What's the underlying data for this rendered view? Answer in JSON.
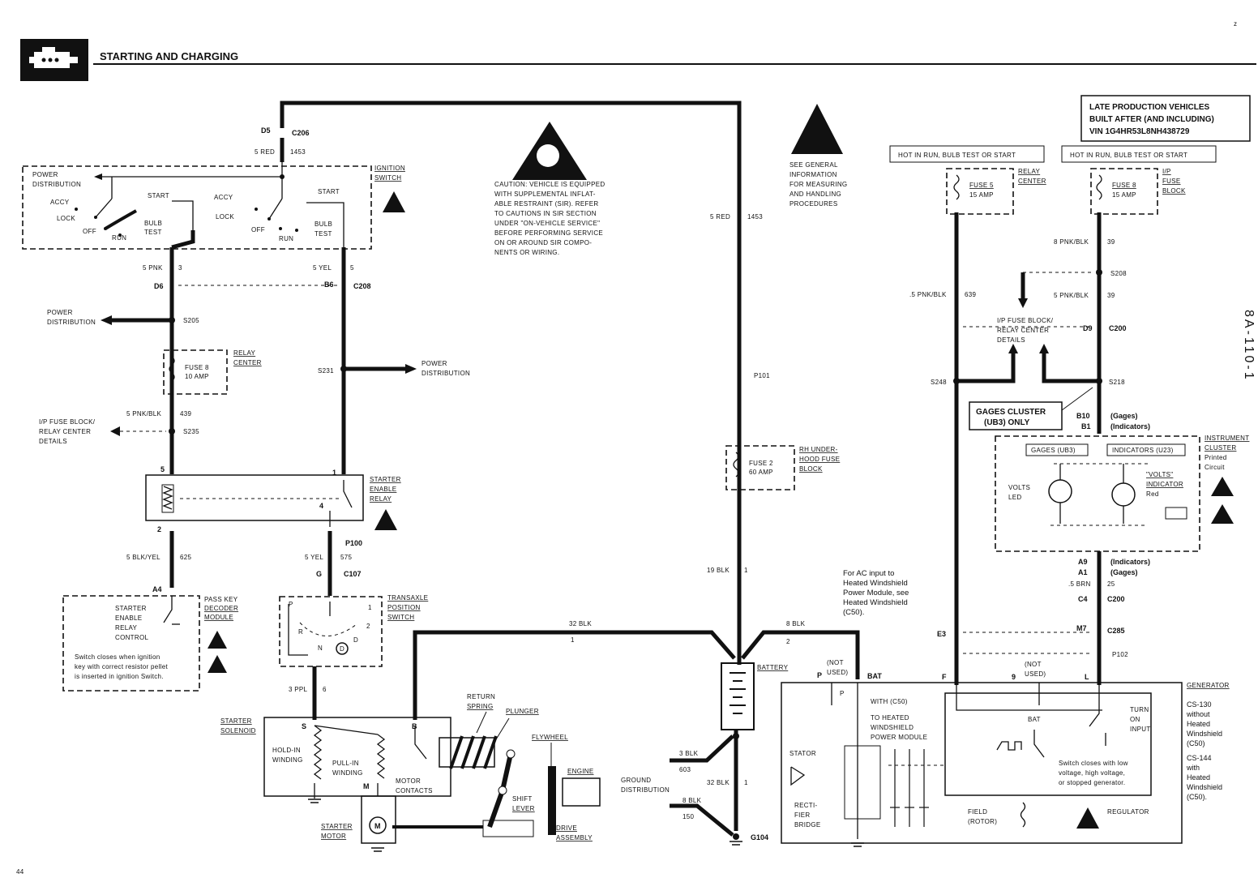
{
  "header": {
    "title": "STARTING AND CHARGING",
    "page_number": "44",
    "side_code": "8A-110-1",
    "corner_mark": "z"
  },
  "icons": [
    "engine-icon",
    "esd-warning-icon",
    "sir-warning-icon"
  ],
  "notes": {
    "sir_caution": [
      "CAUTION: VEHICLE IS EQUIPPED",
      "WITH SUPPLEMENTAL INFLAT-",
      "ABLE RESTRAINT (SIR). REFER",
      "TO CAUTIONS IN SIR SECTION",
      "UNDER \"ON-VEHICLE SERVICE\"",
      "BEFORE PERFORMING SERVICE",
      "ON OR AROUND SIR COMPO-",
      "NENTS OR WIRING."
    ],
    "esd_note": [
      "SEE GENERAL",
      "INFORMATION",
      "FOR MEASURING",
      "AND HANDLING",
      "PROCEDURES"
    ],
    "late_production": [
      "LATE PRODUCTION VEHICLES",
      "BUILT AFTER (AND INCLUDING)",
      "VIN 1G4HR53L8NH438729"
    ],
    "ac_input": [
      "For AC input to",
      "Heated Windshield",
      "Power Module, see",
      "Heated Windshield",
      "(C50)."
    ],
    "hot_in_run_1": "HOT IN RUN, BULB TEST OR START",
    "hot_in_run_2": "HOT IN RUN, BULB TEST OR START",
    "pass_key_note": [
      "Switch closes when ignition",
      "key with correct resistor pellet",
      "is inserted in ignition Switch."
    ],
    "generator_note": [
      "Switch closes with low",
      "voltage, high voltage,",
      "or stopped generator."
    ],
    "gages_only": [
      "GAGES CLUSTER",
      "(UB3) ONLY"
    ],
    "generator_variants": [
      "CS-130",
      "without",
      "Heated",
      "Windshield",
      "(C50)",
      "CS-144",
      "with",
      "Heated",
      "Windshield",
      "(C50)."
    ]
  },
  "components": {
    "ignition_switch": "IGNITION SWITCH",
    "relay_center": "RELAY CENTER",
    "relay_center_2": "RELAY CENTER",
    "ip_fuse_block": "I/P FUSE BLOCK",
    "starter_enable_relay": "STARTER ENABLE RELAY",
    "pass_key": "PASS KEY DECODER MODULE",
    "transaxle": "TRANSAXLE POSITION SWITCH",
    "starter_solenoid": "STARTER SOLENOID",
    "starter_motor": "STARTER MOTOR",
    "battery": "BATTERY",
    "rh_fuse_block": "RH UNDER-HOOD FUSE BLOCK",
    "instrument_cluster": "INSTRUMENT CLUSTER",
    "printed_circuit": "Printed Circuit",
    "generator": "GENERATOR",
    "regulator": "REGULATOR",
    "stator": "STATOR",
    "rectifier": "RECTI- FIER BRIDGE",
    "field_rotor": "FIELD (ROTOR)",
    "flywheel": "FLYWHEEL",
    "engine": "ENGINE",
    "drive_assembly": "DRIVE ASSEMBLY",
    "shift_lever": "SHIFT LEVER",
    "plunger": "PLUNGER",
    "return_spring": "RETURN SPRING",
    "hold_in": "HOLD-IN WINDING",
    "pull_in": "PULL-IN WINDING",
    "motor_contacts": "MOTOR CONTACTS",
    "starter_relay_control": "STARTER ENABLE RELAY CONTROL",
    "volts_led": "VOLTS LED",
    "volts_indicator": "\"VOLTS\" INDICATOR",
    "red": "Red",
    "gages_ub3": "GAGES (UB3)",
    "indicators_u23": "INDICATORS (U23)",
    "to_heated": "TO HEATED WINDSHIELD POWER MODULE",
    "with_c50": "WITH (C50)",
    "turn_on_input": "TURN ON INPUT",
    "ground_distribution": "GROUND DISTRIBUTION",
    "power_distribution": "POWER DISTRIBUTION"
  },
  "fuses": {
    "fuse8_relay": [
      "FUSE 8",
      "10 AMP"
    ],
    "fuse5": [
      "FUSE 5",
      "15 AMP"
    ],
    "fuse8_ip": [
      "FUSE 8",
      "15 AMP"
    ],
    "fuse2": [
      "FUSE 2",
      "60 AMP"
    ]
  },
  "connectors": [
    "C206",
    "C208",
    "C107",
    "C200",
    "C285",
    "P100",
    "P101",
    "P102",
    "G104",
    "S205",
    "S235",
    "S231",
    "S208",
    "S218",
    "S248"
  ],
  "wires": [
    "5 RED 1453",
    "5 PNK 3",
    "5 YEL 5",
    "5 PNK/BLK 439",
    "5 BLK/YEL 625",
    "5 YEL 575",
    "3 PPL 6",
    "32 BLK 1",
    "8 BLK 2",
    "19 BLK 1",
    "3 BLK 603",
    "8 BLK 150",
    "32 BLK 1",
    ".5 PNK/BLK 639",
    "8 PNK/BLK 39",
    "5 PNK/BLK 39",
    ".5 BRN 25"
  ],
  "switch_positions": [
    "ACCY",
    "LOCK",
    "OFF",
    "RUN",
    "START",
    "BULB TEST"
  ],
  "transaxle_positions": [
    "P",
    "R",
    "N",
    "D",
    "2",
    "1"
  ]
}
